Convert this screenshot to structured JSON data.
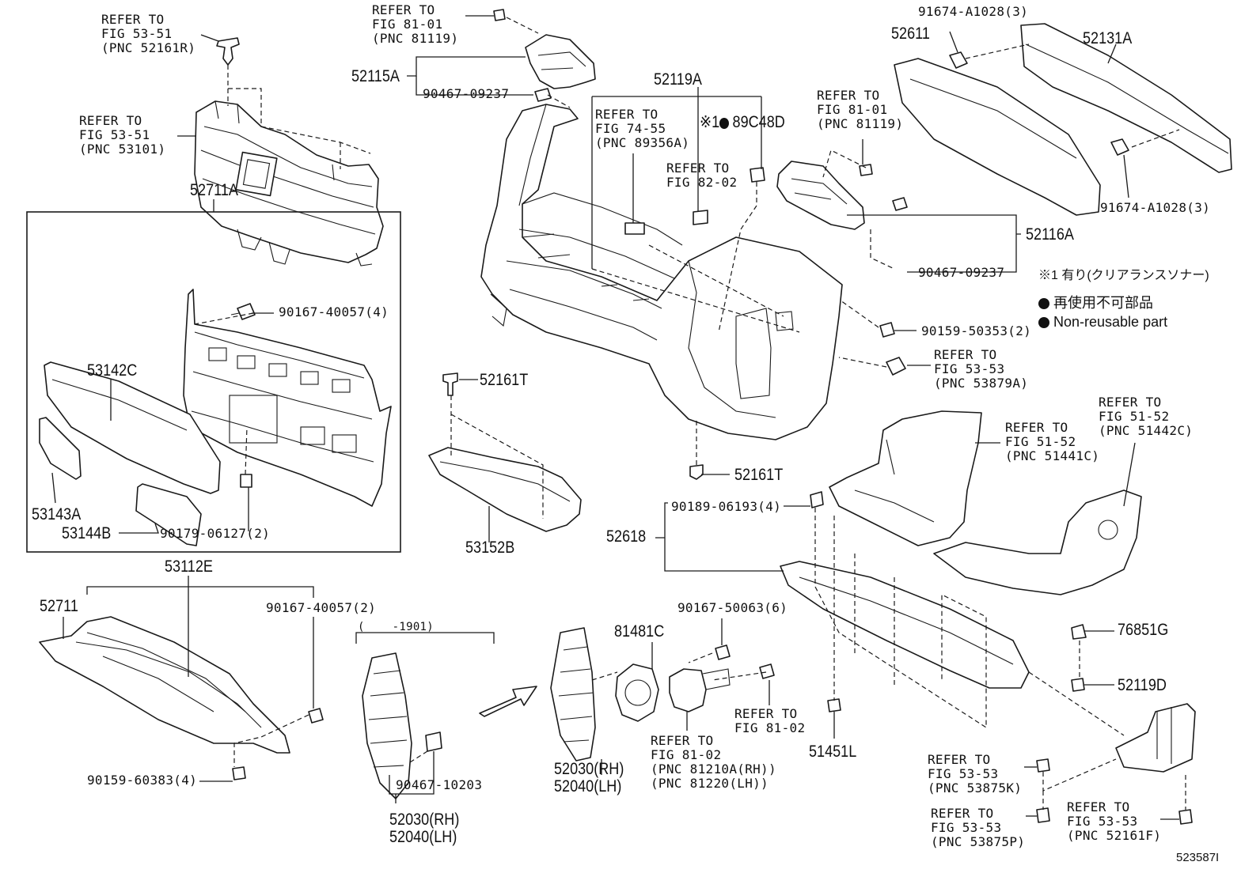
{
  "parts": {
    "p52161R": {
      "ref1": "REFER TO",
      "ref2": "FIG 53-51",
      "ref3": "(PNC 52161R)"
    },
    "p53101": {
      "ref1": "REFER TO",
      "ref2": "FIG 53-51",
      "ref3": "(PNC 53101)"
    },
    "p81119a": {
      "ref1": "REFER TO",
      "ref2": "FIG 81-01",
      "ref3": "(PNC 81119)"
    },
    "p52115A": "52115A",
    "p90467a": "90467-09237",
    "p52119A": "52119A",
    "p89356A": {
      "ref1": "REFER TO",
      "ref2": "FIG 74-55",
      "ref3": "(PNC 89356A)"
    },
    "p89C48D": {
      "mark": "※1",
      "num": "89C48D"
    },
    "p8202": {
      "ref1": "REFER TO",
      "ref2": "FIG 82-02"
    },
    "p81119b": {
      "ref1": "REFER TO",
      "ref2": "FIG 81-01",
      "ref3": "(PNC 81119)"
    },
    "p52611": "52611",
    "p91674a": "91674-A1028(3)",
    "p52131A": "52131A",
    "p91674b": "91674-A1028(3)",
    "p52116A": "52116A",
    "p90467b": "90467-09237",
    "p52711A": "52711A",
    "p90167a": "90167-40057(4)",
    "p53142C": "53142C",
    "p53143A": "53143A",
    "p53144B": "53144B",
    "p90179": "90179-06127(2)",
    "p52161Ta": "52161T",
    "p53152B": "53152B",
    "p52161Tb": "52161T",
    "p90159a": "90159-50353(2)",
    "p53879A": {
      "ref1": "REFER TO",
      "ref2": "FIG 53-53",
      "ref3": "(PNC 53879A)"
    },
    "p51441C": {
      "ref1": "REFER TO",
      "ref2": "FIG 51-52",
      "ref3": "(PNC 51441C)"
    },
    "p51442C": {
      "ref1": "REFER TO",
      "ref2": "FIG 51-52",
      "ref3": "(PNC 51442C)"
    },
    "p90189": "90189-06193(4)",
    "p52618": "52618",
    "p53112E": "53112E",
    "p52711": "52711",
    "p90167b": "90167-40057(2)",
    "p90159b": "90159-60383(4)",
    "p1901": "(    -1901)",
    "p90467c": "90467-10203",
    "p52030a": "52030(RH)",
    "p52040a": "52040(LH)",
    "p52030b": "52030(RH)",
    "p52040b": "52040(LH)",
    "p81481C": "81481C",
    "p90167c": "90167-50063(6)",
    "p8102a": {
      "ref1": "REFER TO",
      "ref2": "FIG 81-02"
    },
    "p81210A": {
      "ref1": "REFER TO",
      "ref2": "FIG 81-02",
      "ref3": "(PNC 81210A(RH))",
      "ref4": "(PNC 81220(LH))"
    },
    "p51451L": "51451L",
    "p76851G": "76851G",
    "p52119D": "52119D",
    "p53875K": {
      "ref1": "REFER TO",
      "ref2": "FIG 53-53",
      "ref3": "(PNC 53875K)"
    },
    "p53875P": {
      "ref1": "REFER TO",
      "ref2": "FIG 53-53",
      "ref3": "(PNC 53875P)"
    },
    "p52161F": {
      "ref1": "REFER TO",
      "ref2": "FIG 53-53",
      "ref3": "(PNC 52161F)"
    }
  },
  "legend": {
    "note1": "※1 有り(クリアランスソナー)",
    "jp": "再使用不可部品",
    "en": "Non-reusable part"
  },
  "figure_id": "523587I"
}
